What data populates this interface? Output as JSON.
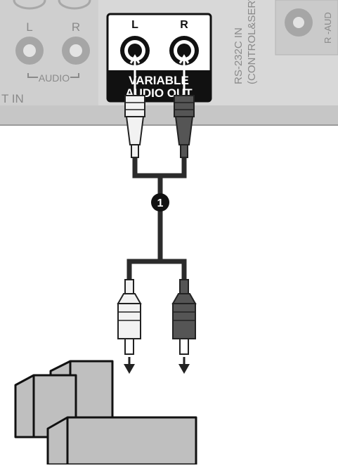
{
  "panel": {
    "left_jack_l": "L",
    "left_jack_r": "R",
    "audio_label": "AUDIO",
    "in_label": "T IN",
    "variable_jack_l": "L",
    "variable_jack_r": "R",
    "variable_title_line1": "VARIABLE",
    "variable_title_line2": "AUDIO OUT",
    "rs232_line1": "RS-232C IN",
    "rs232_line2": "(CONTROL&SERVICE)",
    "r_aud": "R -AUD"
  },
  "callout": {
    "number": "1"
  },
  "colors": {
    "panel_bg": "#d8d8d8",
    "panel_shade": "#bdbdbd",
    "jack_gray": "#9e9e9e",
    "cable": "#2b2b2b",
    "plug_white": "#f2f2f2",
    "plug_dark": "#555555",
    "speaker_fill": "#bfbfbf",
    "black_box": "#111111"
  }
}
